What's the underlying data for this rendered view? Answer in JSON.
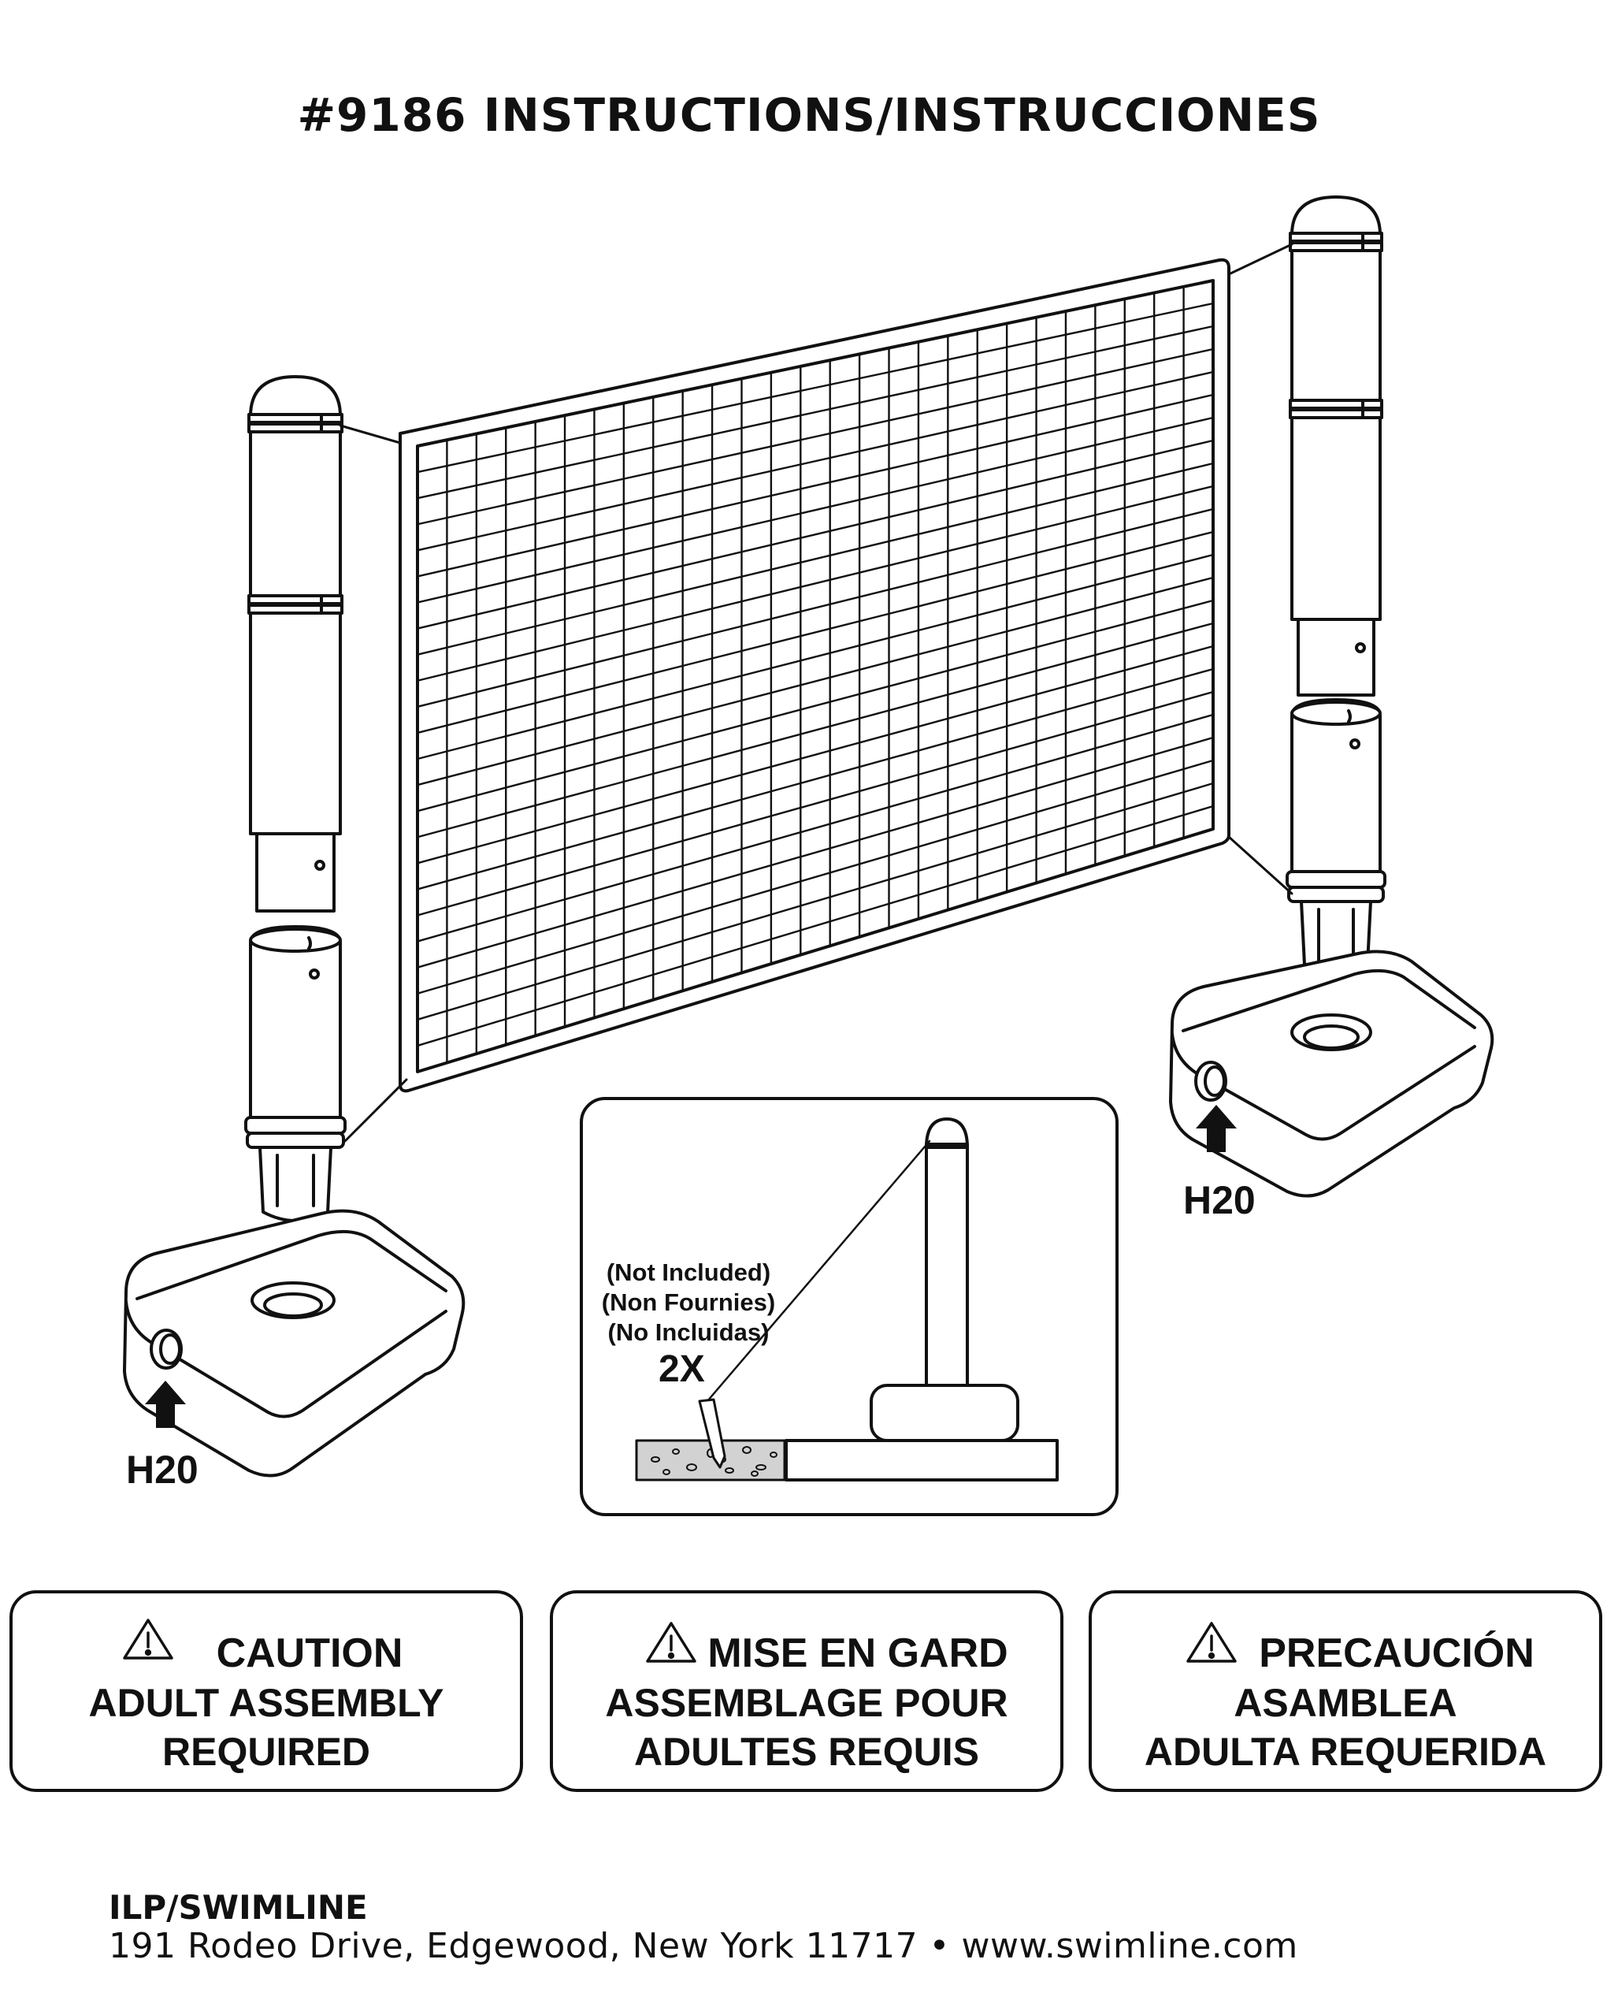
{
  "header": {
    "title": "#9186 INSTRUCTIONS/INSTRUCCIONES"
  },
  "illustration": {
    "left_base_label": "H20",
    "right_base_label": "H20",
    "inset": {
      "note_lines": [
        "(Not Included)",
        "(Non Fournies)",
        "(No Incluidas)"
      ],
      "quantity": "2X"
    }
  },
  "warnings": [
    {
      "heading": "CAUTION",
      "body_lines": [
        "ADULT ASSEMBLY",
        "REQUIRED"
      ]
    },
    {
      "heading": "MISE EN GARD",
      "body_lines": [
        "ASSEMBLAGE POUR",
        "ADULTES REQUIS"
      ]
    },
    {
      "heading": "PRECAUCIÓN",
      "body_lines": [
        "ASAMBLEA",
        "ADULTA REQUERIDA"
      ]
    }
  ],
  "footer": {
    "company": "ILP/SWIMLINE",
    "address": "191 Rodeo Drive, Edgewood, New York 11717 • www.swimline.com"
  },
  "icons": [
    "warning-triangle-icon",
    "up-arrow-icon"
  ],
  "colors": {
    "ink": "#111111",
    "background": "#ffffff",
    "gravel": "#d2d2d2"
  }
}
